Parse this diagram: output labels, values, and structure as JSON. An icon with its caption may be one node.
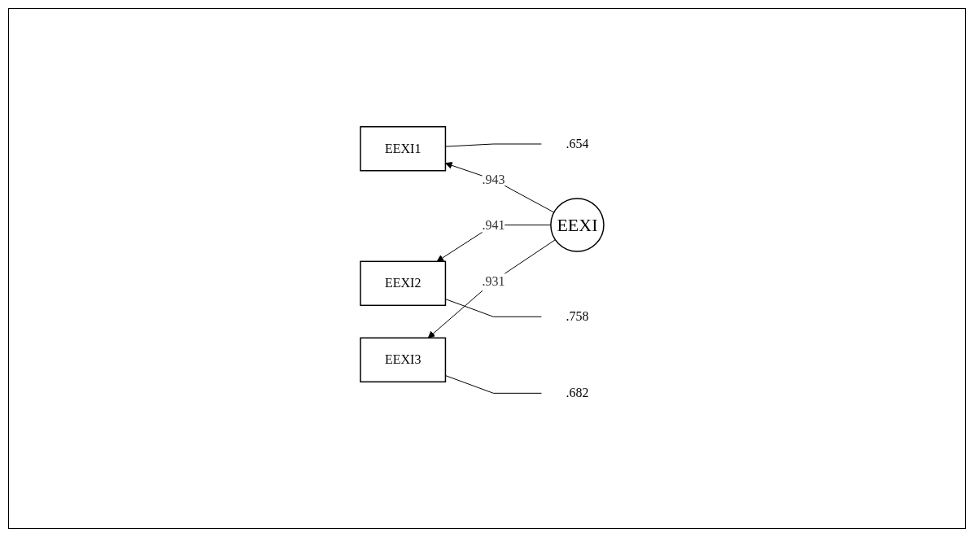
{
  "diagram": {
    "nodes": [
      {
        "text": [
          ".654"
        ]
      },
      {
        "text": [
          "EEXI1"
        ]
      },
      {
        "text": [
          ".758"
        ]
      },
      {
        "text": [
          "EEXI2"
        ]
      },
      {
        "text": [
          ".682"
        ]
      },
      {
        "text": [
          "EEXI3"
        ]
      },
      {
        "text": [
          "EEXI"
        ]
      }
    ],
    "edges": [
      {
        "from": 6,
        "to": 1,
        "arrow": "to",
        "label": ".943"
      },
      {
        "from": 6,
        "to": 3,
        "arrow": "to",
        "label": ".941"
      },
      {
        "from": 6,
        "to": 5,
        "arrow": "to",
        "label": ".931"
      },
      {
        "from": 0,
        "to": 1,
        "arrow": "none"
      },
      {
        "from": 2,
        "to": 3,
        "arrow": "none"
      },
      {
        "from": 4,
        "to": 5,
        "arrow": "none"
      }
    ]
  }
}
